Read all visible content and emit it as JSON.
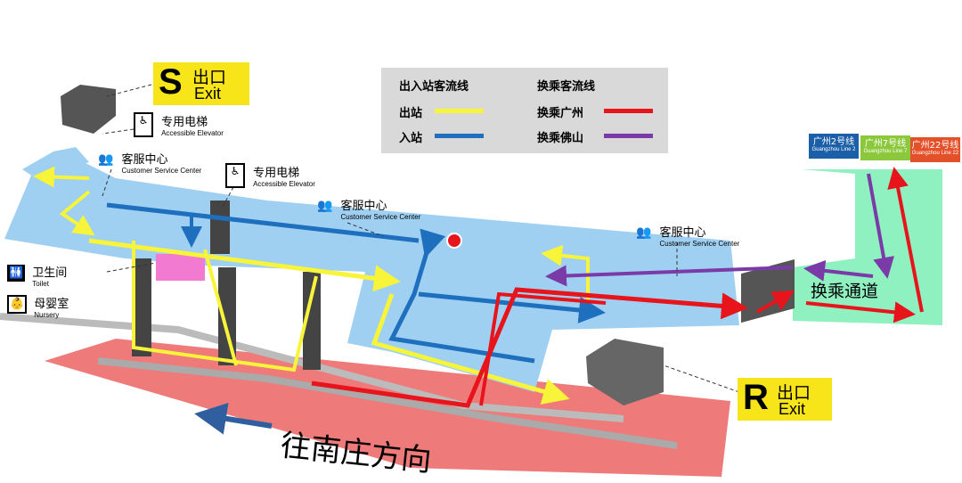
{
  "legend": {
    "group_in_out": "出入站客流线",
    "group_transfer": "换乘客流线",
    "exit": "出站",
    "enter": "入站",
    "transfer_guangzhou": "换乘广州",
    "transfer_foshan": "换乘佛山"
  },
  "colors": {
    "exit": "#f7f43a",
    "enter": "#1f6fbf",
    "transfer_guangzhou": "#e8141b",
    "transfer_foshan": "#7a3aa8",
    "concourse": "#9fd0f2",
    "platform": "#ee7a7a",
    "transfer_area": "#8ff0c0",
    "exit_sign": "#f7e51a"
  },
  "exit_s": {
    "letter": "S",
    "cn": "出口",
    "en": "Exit"
  },
  "exit_r": {
    "letter": "R",
    "cn": "出口",
    "en": "Exit"
  },
  "labels": {
    "elevator1_cn": "专用电梯",
    "elevator1_en": "Accessible Elevator",
    "elevator2_cn": "专用电梯",
    "elevator2_en": "Accessible Elevator",
    "service1_cn": "客服中心",
    "service1_en": "Customer Service Center",
    "service2_cn": "客服中心",
    "service2_en": "Customer Service Center",
    "service3_cn": "客服中心",
    "service3_en": "Customer Service Center",
    "toilet_cn": "卫生间",
    "toilet_en": "Toilet",
    "nursery_cn": "母婴室",
    "nursery_en": "Nursery",
    "transfer_passage": "换乘通道",
    "direction": "往南庄方向"
  },
  "lines": [
    {
      "cn": "广州2号线",
      "en": "Guangzhou Line 2",
      "color": "#1b5fa8"
    },
    {
      "cn": "广州7号线",
      "en": "Guangzhou Line 7",
      "color": "#8cc83c"
    },
    {
      "cn": "广州22号线",
      "en": "Guangzhou Line 22",
      "color": "#e4502a"
    }
  ],
  "icons": [
    "elevator-icon",
    "service-desk-icon",
    "toilet-icon",
    "nursery-icon",
    "location-pin-icon"
  ]
}
